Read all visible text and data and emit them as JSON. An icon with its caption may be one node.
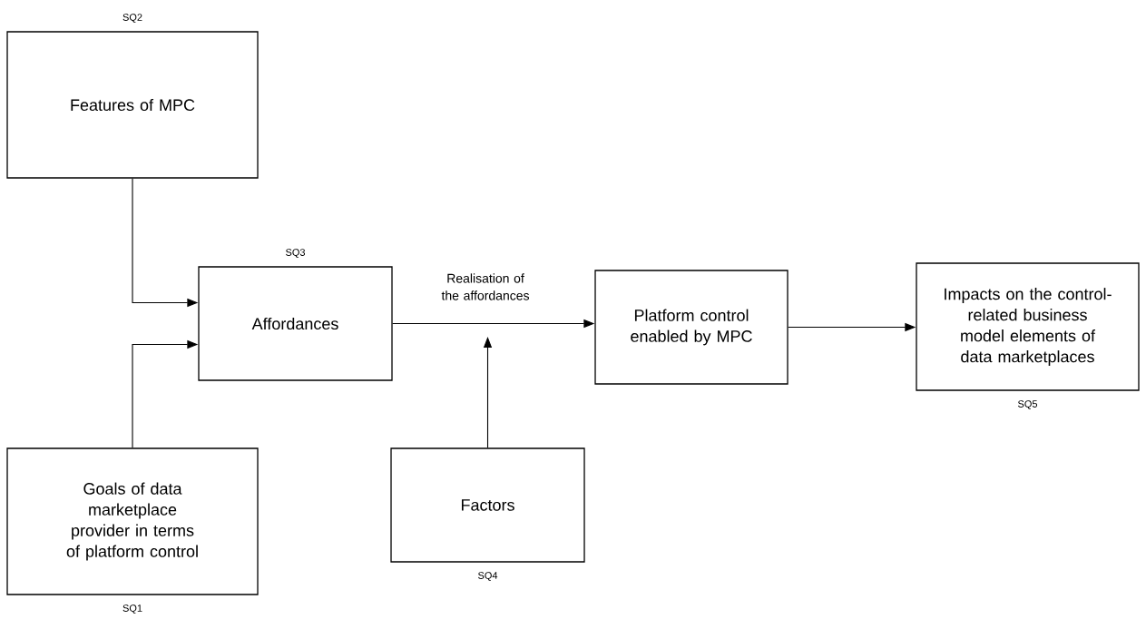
{
  "diagram": {
    "nodes": [
      {
        "text": [
          "Features of MPC"
        ],
        "beside": [
          "SQ2"
        ]
      },
      {
        "text": [
          "Goals of data marketplace provider in terms of platform control"
        ],
        "beside": [
          "SQ1"
        ]
      },
      {
        "text": [
          "Affordances"
        ],
        "beside": [
          "SQ3"
        ]
      },
      {
        "text": [
          "Platform control enabled by MPC"
        ]
      },
      {
        "text": [
          "Impacts on the control-related business model elements of data marketplaces"
        ],
        "beside": [
          "SQ5"
        ]
      },
      {
        "text": [
          "Factors"
        ],
        "beside": [
          "SQ4"
        ]
      }
    ],
    "edges": [
      {
        "from": 0,
        "to": 2,
        "arrow": "to"
      },
      {
        "from": 1,
        "to": 2,
        "arrow": "to"
      },
      {
        "from": 2,
        "to": 3,
        "arrow": "to",
        "label": "Realisation of the affordances"
      },
      {
        "from": 3,
        "to": 4,
        "arrow": "to"
      },
      {
        "from": 5,
        "to": null,
        "arrow": "to"
      }
    ]
  }
}
